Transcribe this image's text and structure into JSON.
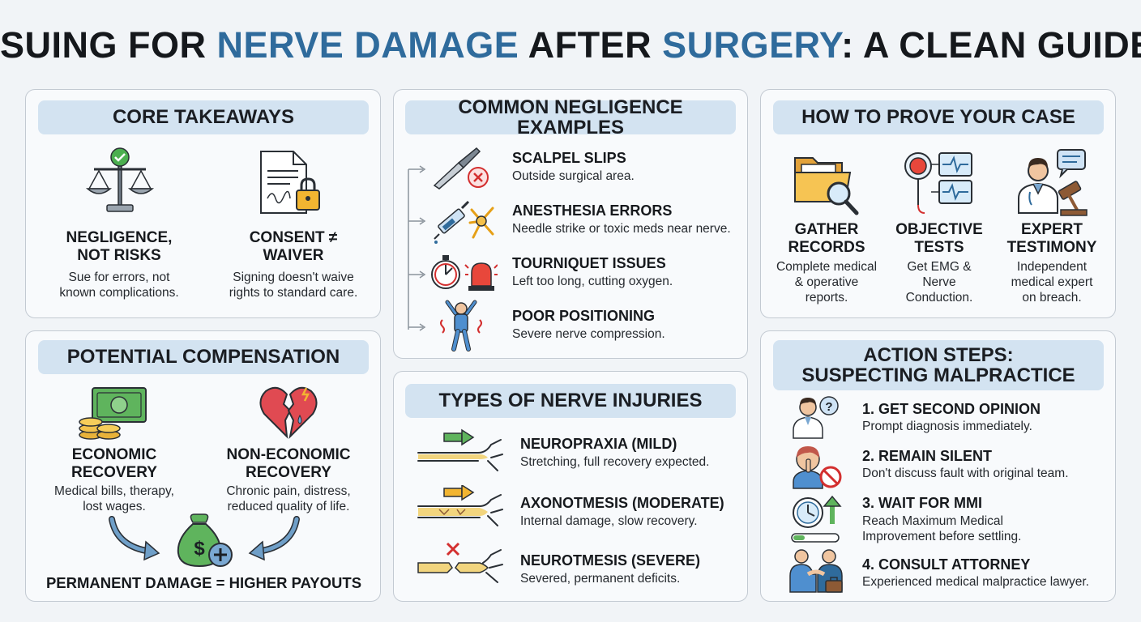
{
  "title": {
    "part1": "SUING FOR ",
    "part2": "NERVE DAMAGE",
    "part3": " AFTER ",
    "part4": "SURGERY",
    "part5": ": A CLEAN GUIDE"
  },
  "core": {
    "header": "CORE TAKEAWAYS",
    "items": [
      {
        "title": "NEGLIGENCE,\nNOT RISKS",
        "desc": "Sue for errors, not\nknown complications.",
        "icon": "scales-icon"
      },
      {
        "title": "CONSENT ≠\nWAIVER",
        "desc": "Signing doesn't waive\nrights to standard care.",
        "icon": "signed-document-lock-icon"
      }
    ]
  },
  "negligence": {
    "header": "COMMON NEGLIGENCE EXAMPLES",
    "items": [
      {
        "title": "SCALPEL SLIPS",
        "desc": "Outside surgical area.",
        "icon": "scalpel-icon"
      },
      {
        "title": "ANESTHESIA ERRORS",
        "desc": "Needle strike or toxic meds near nerve.",
        "icon": "syringe-nerve-icon"
      },
      {
        "title": "TOURNIQUET ISSUES",
        "desc": "Left too long, cutting oxygen.",
        "icon": "stopwatch-alarm-icon"
      },
      {
        "title": "POOR POSITIONING",
        "desc": "Severe nerve compression.",
        "icon": "strained-person-icon"
      }
    ]
  },
  "prove": {
    "header": "HOW TO PROVE YOUR CASE",
    "items": [
      {
        "title": "GATHER\nRECORDS",
        "desc": "Complete medical\n& operative\nreports.",
        "icon": "folder-search-icon"
      },
      {
        "title": "OBJECTIVE\nTESTS",
        "desc": "Get EMG &\nNerve\nConduction.",
        "icon": "emg-monitor-icon"
      },
      {
        "title": "EXPERT\nTESTIMONY",
        "desc": "Independent\nmedical expert\non breach.",
        "icon": "doctor-gavel-icon"
      }
    ]
  },
  "compensation": {
    "header": "POTENTIAL COMPENSATION",
    "items": [
      {
        "title": "ECONOMIC\nRECOVERY",
        "desc": "Medical bills, therapy,\nlost wages.",
        "icon": "money-coins-icon"
      },
      {
        "title": "NON-ECONOMIC\nRECOVERY",
        "desc": "Chronic pain, distress,\nreduced quality of life.",
        "icon": "broken-heart-icon"
      }
    ],
    "footer": "PERMANENT DAMAGE = HIGHER PAYOUTS"
  },
  "injuries": {
    "header": "TYPES OF NERVE INJURIES",
    "items": [
      {
        "title": "NEUROPRAXIA (MILD)",
        "desc": "Stretching, full recovery expected.",
        "icon": "nerve-arrow-icon"
      },
      {
        "title": "AXONOTMESIS (MODERATE)",
        "desc": "Internal damage, slow recovery.",
        "icon": "damaged-nerve-icon"
      },
      {
        "title": "NEUROTMESIS (SEVERE)",
        "desc": "Severed, permanent deficits.",
        "icon": "severed-nerve-icon"
      }
    ]
  },
  "action": {
    "header": "ACTION STEPS:\nSUSPECTING MALPRACTICE",
    "items": [
      {
        "title": "1. GET SECOND OPINION",
        "desc": "Prompt diagnosis immediately.",
        "icon": "doctor-question-icon"
      },
      {
        "title": "2. REMAIN SILENT",
        "desc": "Don't discuss fault with original team.",
        "icon": "silence-icon"
      },
      {
        "title": "3. WAIT FOR MMI",
        "desc": "Reach Maximum Medical\nImprovement before settling.",
        "icon": "clock-progress-icon"
      },
      {
        "title": "4. CONSULT ATTORNEY",
        "desc": "Experienced medical malpractice lawyer.",
        "icon": "handshake-icon"
      }
    ]
  },
  "colors": {
    "accent": "#2f6b9c",
    "header_bg": "#d3e3f1",
    "panel_border": "#c3cad2",
    "background": "#f1f4f7"
  }
}
